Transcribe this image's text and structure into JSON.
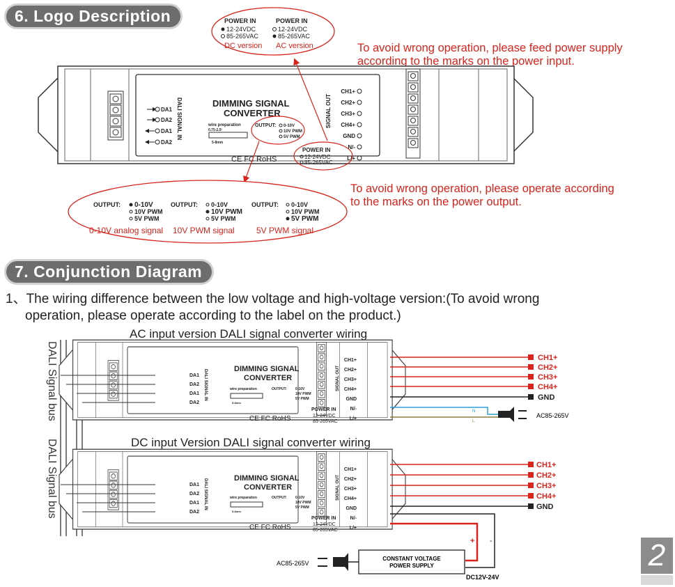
{
  "section6": {
    "title": "6. Logo Description"
  },
  "section7": {
    "title": "7. Conjunction Diagram"
  },
  "power_bubble": {
    "dc_head": "POWER IN",
    "dc_l1": "12-24VDC",
    "dc_l2": "85-265VAC",
    "dc_label": "DC version",
    "ac_head": "POWER IN",
    "ac_l1": "12-24VDC",
    "ac_l2": "85-265VAC",
    "ac_label": "AC version"
  },
  "notes": {
    "power": [
      "To avoid wrong operation, please feed power supply",
      "according to the marks on the power input."
    ],
    "output": [
      "To avoid wrong operation, please operate according",
      "to the marks on the power output."
    ]
  },
  "device": {
    "title1": "DIMMING SIGNAL",
    "title2": "CONVERTER",
    "wire1": "wire preparation",
    "wire2": "0.75-2.5²",
    "wire3": "5-8mm",
    "output_label": "OUTPUT:",
    "opt1": "0-10V",
    "opt2": "10V PWM",
    "opt3": "5V PWM",
    "power_head": "POWER IN",
    "power1": "12-24VDC",
    "power2": "85-265VAC",
    "certs": "CE FC RoHS",
    "dali_vertical": "DALI SIGNAL IN",
    "signal_out": "SIGNAL OUT",
    "dali_terms": [
      "DA1",
      "DA2",
      "DA1",
      "DA2"
    ],
    "out_terms": [
      "CH1+",
      "CH2+",
      "CH3+",
      "CH4+",
      "GND",
      "N/-",
      "L/+"
    ]
  },
  "output_bubble": {
    "g1": {
      "label": "OUTPUT:",
      "o1": "0-10V",
      "o2": "10V PWM",
      "o3": "5V PWM",
      "caption": "0-10V analog signal"
    },
    "g2": {
      "label": "OUTPUT:",
      "o1": "0-10V",
      "o2": "10V PWM",
      "o3": "5V PWM",
      "caption": "10V PWM signal"
    },
    "g3": {
      "label": "OUTPUT:",
      "o1": "0-10V",
      "o2": "10V PWM",
      "o3": "5V PWM",
      "caption": "5V PWM signal"
    }
  },
  "wiring": {
    "intro1": "1、The wiring difference between the low voltage and high-voltage version:(To avoid wrong",
    "intro2": "operation, please operate according to the label on the product.)",
    "ac_title": "AC input version DALI signal converter wiring",
    "dc_title": "DC input Version DALI signal converter wiring",
    "bus1": "DALI Signal bus",
    "bus2": "DALI Signal bus",
    "channels": [
      "CH1+",
      "CH2+",
      "CH3+",
      "CH4+"
    ],
    "gnd": "GND",
    "ac_supply": "AC85-265V",
    "n": "N",
    "l": "L",
    "psu1": "CONSTANT VOLTAGE",
    "psu2": "POWER SUPPLY",
    "psu_ac": "AC85-265V",
    "dc_out": "DC12V-24V",
    "plus": "+",
    "minus": "-"
  },
  "page_number": "2"
}
